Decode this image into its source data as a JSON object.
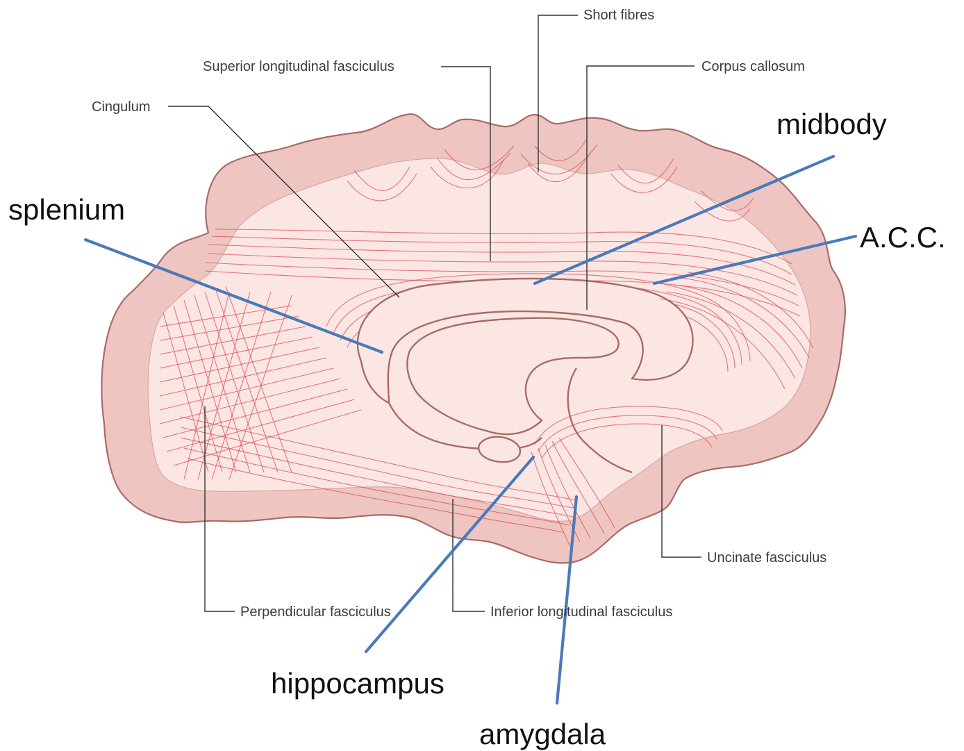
{
  "diagram": {
    "top_labels": {
      "short_fibres": "Short fibres",
      "superior_longitudinal_fasciculus": "Superior longitudinal fasciculus",
      "corpus_callosum": "Corpus callosum",
      "cingulum": "Cingulum"
    },
    "bottom_labels": {
      "uncinate_fasciculus": "Uncinate fasciculus",
      "perpendicular_fasciculus": "Perpendicular fasciculus",
      "inferior_longitudinal_fasciculus": "Inferior longitudinal fasciculus"
    },
    "annotations": {
      "midbody": "midbody",
      "splenium": "splenium",
      "acc": "A.C.C.",
      "hippocampus": "hippocampus",
      "amygdala": "amygdala"
    },
    "colors": {
      "outer_brain": "#efc5c1",
      "inner_brain": "#fbe6e3",
      "fibres": "#d9505a",
      "structure_outline": "#a86b66",
      "annotation_pointer": "#4a7ab9"
    }
  }
}
